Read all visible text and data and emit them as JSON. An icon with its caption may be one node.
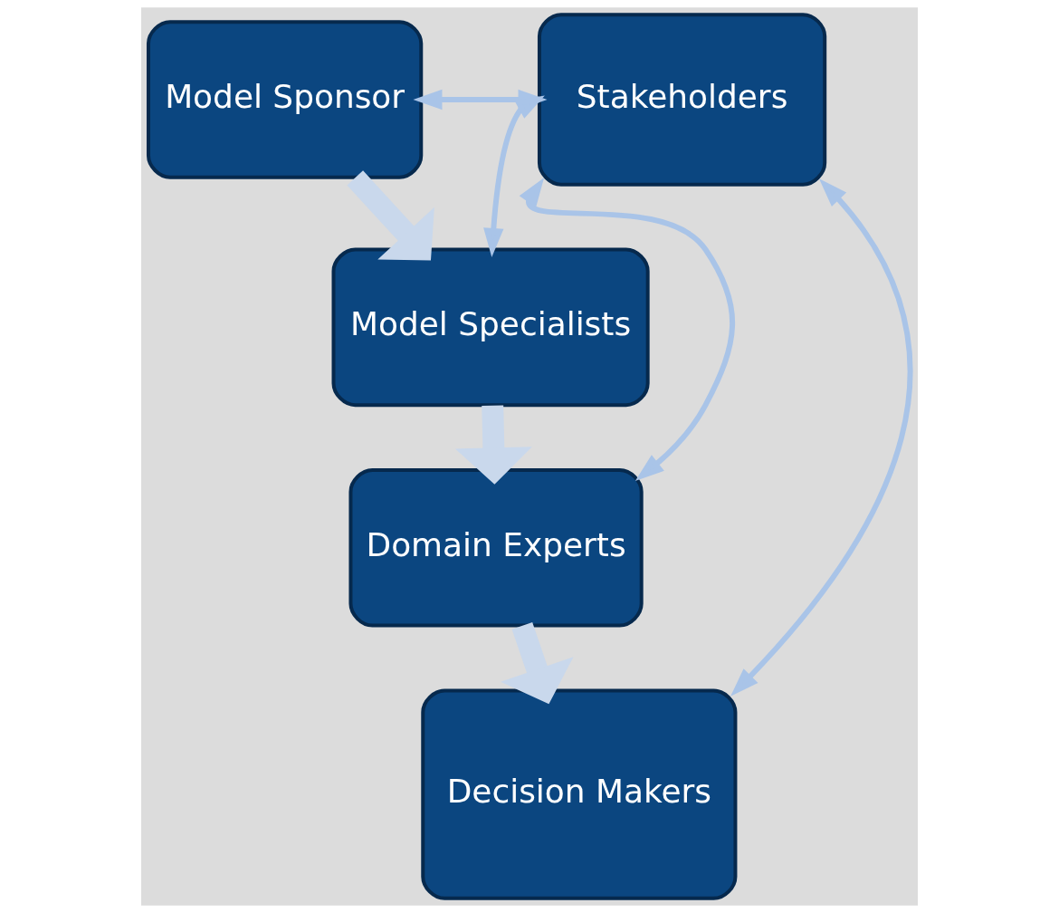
{
  "diagram": {
    "nodes": [
      {
        "text": [
          "Model Sponsor"
        ]
      },
      {
        "text": [
          "Stakeholders"
        ]
      },
      {
        "text": [
          "Model Specialists"
        ]
      },
      {
        "text": [
          "Domain Experts"
        ]
      },
      {
        "text": [
          "Decision Makers"
        ]
      }
    ],
    "edges": [
      {
        "from": 0,
        "to": 1,
        "arrow": "both"
      },
      {
        "from": 0,
        "to": 2,
        "arrow": "to",
        "style": "thick"
      },
      {
        "from": 2,
        "to": 1,
        "arrow": "both"
      },
      {
        "from": 3,
        "to": 1,
        "arrow": "both"
      },
      {
        "from": 2,
        "to": 3,
        "arrow": "to",
        "style": "thick"
      },
      {
        "from": 1,
        "to": 4,
        "arrow": "both"
      },
      {
        "from": 3,
        "to": 4,
        "arrow": "to",
        "style": "thick"
      }
    ]
  }
}
